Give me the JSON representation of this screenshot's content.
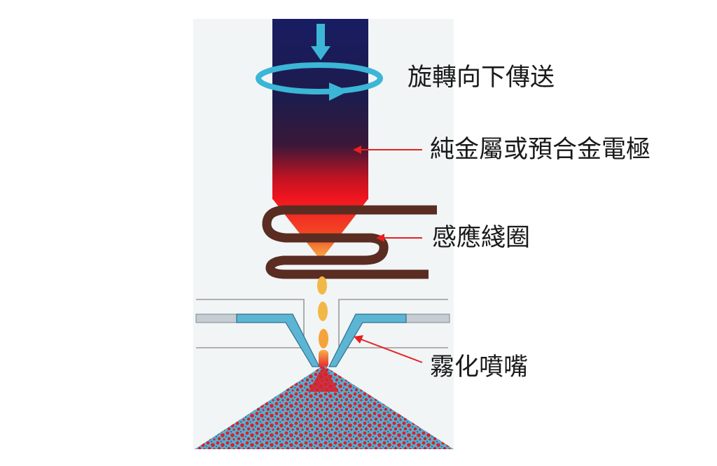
{
  "labels": {
    "rotation": "旋轉向下傳送",
    "electrode": "純金屬或預合金電極",
    "coil": "感應綫圈",
    "nozzle": "霧化噴嘴"
  },
  "colors": {
    "electrode_top": "#181c62",
    "electrode_bottom": "#f2151f",
    "arrow_cyan": "#3bb6d6",
    "coil": "#5a2c22",
    "nozzle_blue": "#5cb5d3",
    "powder_red": "#d9202a",
    "pointer_red": "#e82020"
  },
  "icons": {
    "rotation": "rotation-arrow-icon",
    "feed": "down-arrow-icon"
  }
}
